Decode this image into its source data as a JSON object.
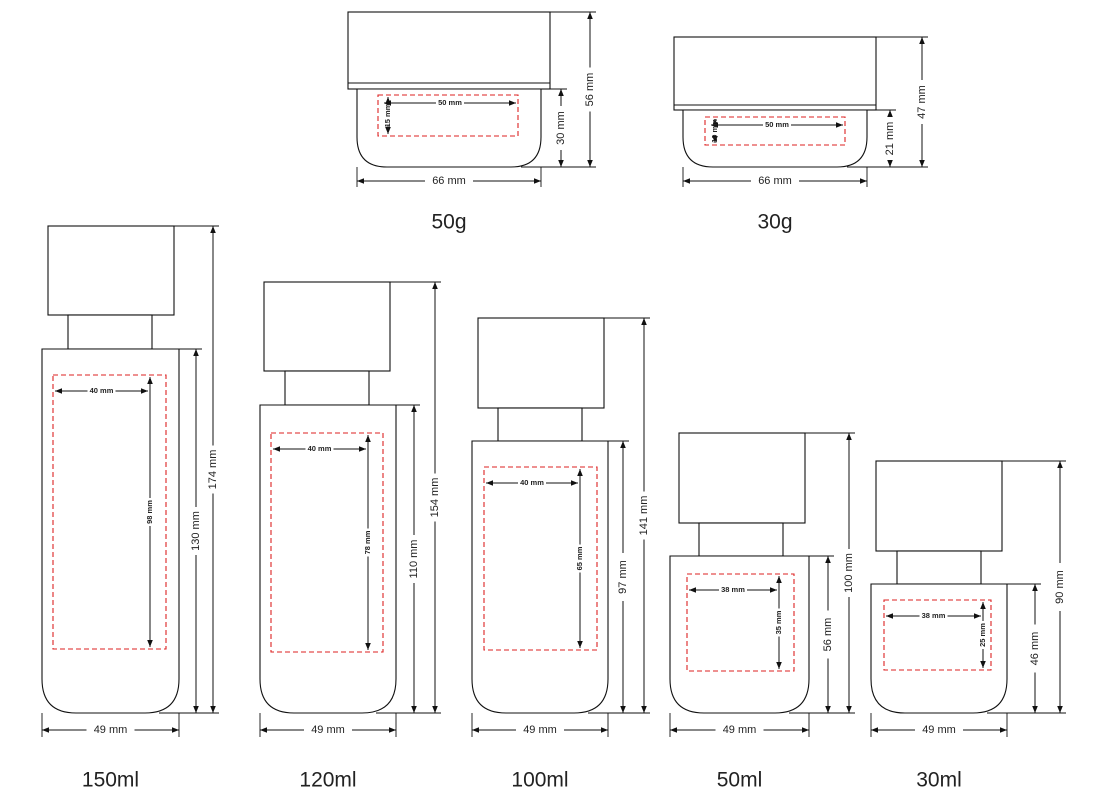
{
  "colors": {
    "outline": "#111111",
    "label_area": "#dd2222"
  },
  "jars": [
    {
      "id": "jar-50g",
      "caption": "50g",
      "width": "66 mm",
      "total_height": "56 mm",
      "body_height": "30 mm",
      "label_width": "50 mm",
      "label_height": "15 mm"
    },
    {
      "id": "jar-30g",
      "caption": "30g",
      "width": "66 mm",
      "total_height": "47 mm",
      "body_height": "21 mm",
      "label_width": "50 mm",
      "label_height": "10 mm"
    }
  ],
  "bottles": [
    {
      "id": "bottle-150ml",
      "caption": "150ml",
      "width": "49 mm",
      "total_height": "174 mm",
      "body_height": "130 mm",
      "label_width": "40 mm",
      "label_height": "98 mm"
    },
    {
      "id": "bottle-120ml",
      "caption": "120ml",
      "width": "49 mm",
      "total_height": "154 mm",
      "body_height": "110 mm",
      "label_width": "40 mm",
      "label_height": "78 mm"
    },
    {
      "id": "bottle-100ml",
      "caption": "100ml",
      "width": "49 mm",
      "total_height": "141 mm",
      "body_height": "97 mm",
      "label_width": "40 mm",
      "label_height": "65 mm"
    },
    {
      "id": "bottle-50ml",
      "caption": "50ml",
      "width": "49 mm",
      "total_height": "100 mm",
      "body_height": "56 mm",
      "label_width": "38 mm",
      "label_height": "35 mm"
    },
    {
      "id": "bottle-30ml",
      "caption": "30ml",
      "width": "49 mm",
      "total_height": "90 mm",
      "body_height": "46 mm",
      "label_width": "38 mm",
      "label_height": "25 mm"
    }
  ]
}
